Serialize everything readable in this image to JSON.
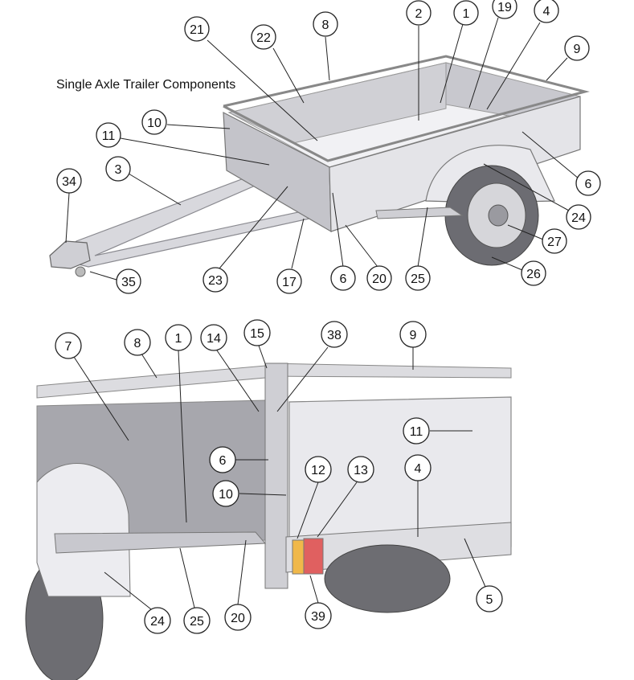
{
  "title": "Single Axle Trailer Components",
  "colors": {
    "panel_light": "#e6e6ea",
    "panel_mid": "#cfcfd4",
    "panel_dark": "#b7b7bd",
    "frame": "#d9d9de",
    "tyre": "#6f6f74",
    "lamp_red": "#e06060",
    "lamp_amber": "#f0b84a"
  },
  "callouts_top": [
    "21",
    "22",
    "8",
    "2",
    "1",
    "19",
    "4",
    "9",
    "10",
    "11",
    "6",
    "3",
    "34",
    "24",
    "27",
    "26",
    "35",
    "23",
    "17",
    "6",
    "20",
    "25"
  ],
  "callouts_bottom": [
    "7",
    "8",
    "1",
    "14",
    "15",
    "38",
    "9",
    "11",
    "6",
    "4",
    "12",
    "13",
    "10",
    "5",
    "24",
    "25",
    "20",
    "39"
  ]
}
